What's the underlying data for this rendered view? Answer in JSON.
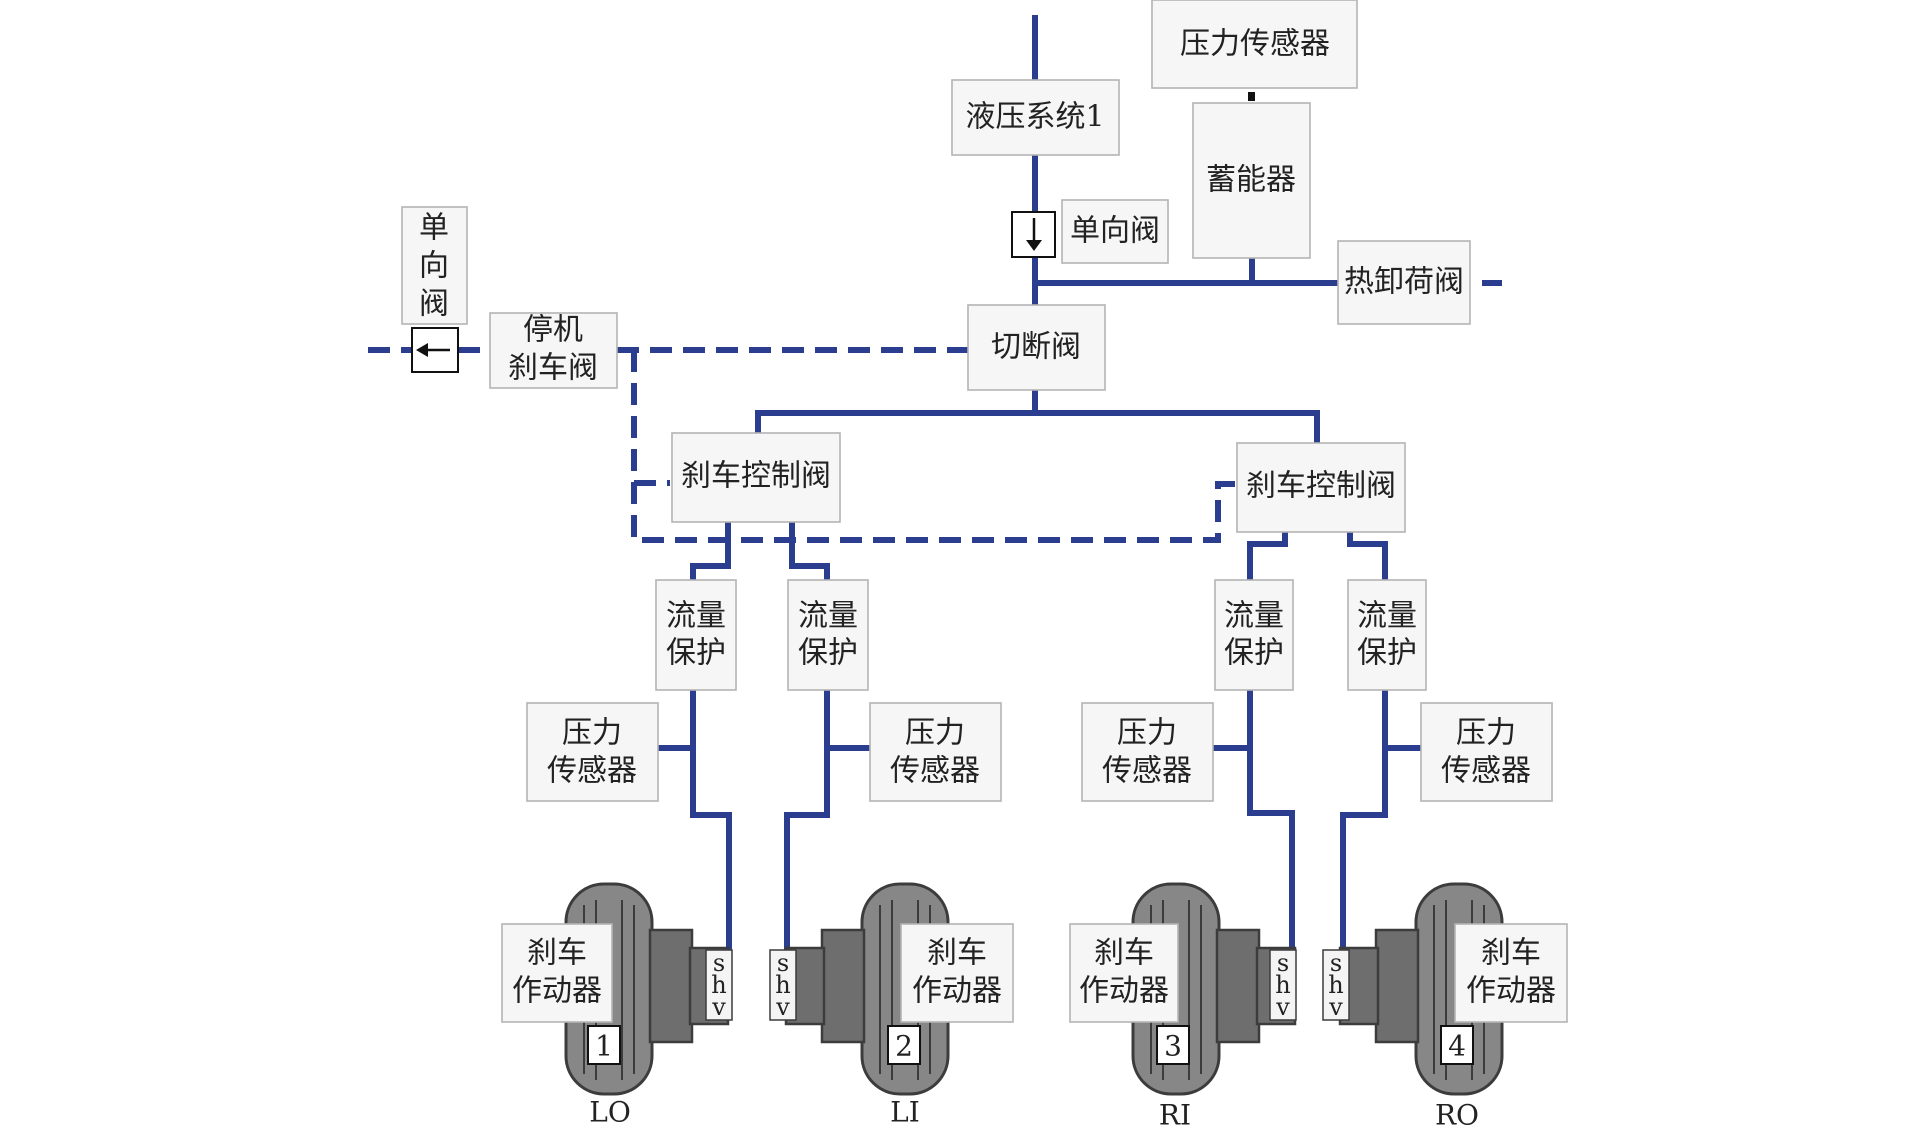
{
  "colors": {
    "pipe": "#2b3d8f",
    "box_fill": "#f6f6f6",
    "box_border": "#b4b4b4",
    "wheel": "#878787"
  },
  "top_sensor": "压力传感器",
  "hydraulic_system": "液压系统1",
  "accumulator": "蓄能器",
  "check_valve_main": "单向阀",
  "thermal_relief_valve": "热卸荷阀",
  "shutoff_valve": "切断阀",
  "check_valve_left": [
    "单",
    "向",
    "阀"
  ],
  "parking_brake_valve": [
    "停机",
    "刹车阀"
  ],
  "brake_control_valve_left": "刹车控制阀",
  "brake_control_valve_right": "刹车控制阀",
  "flow_protectors": [
    [
      "流量",
      "保护"
    ],
    [
      "流量",
      "保护"
    ],
    [
      "流量",
      "保护"
    ],
    [
      "流量",
      "保护"
    ]
  ],
  "pressure_sensors": [
    [
      "压力",
      "传感器"
    ],
    [
      "压力",
      "传感器"
    ],
    [
      "压力",
      "传感器"
    ],
    [
      "压力",
      "传感器"
    ]
  ],
  "wheels": [
    {
      "actuator": [
        "刹车",
        "作动器"
      ],
      "number": "1",
      "position": "LO",
      "port": [
        "s",
        "h",
        "v"
      ]
    },
    {
      "actuator": [
        "刹车",
        "作动器"
      ],
      "number": "2",
      "position": "LI",
      "port": [
        "s",
        "h",
        "v"
      ]
    },
    {
      "actuator": [
        "刹车",
        "作动器"
      ],
      "number": "3",
      "position": "RI",
      "port": [
        "s",
        "h",
        "v"
      ]
    },
    {
      "actuator": [
        "刹车",
        "作动器"
      ],
      "number": "4",
      "position": "RO",
      "port": [
        "s",
        "h",
        "v"
      ]
    }
  ]
}
